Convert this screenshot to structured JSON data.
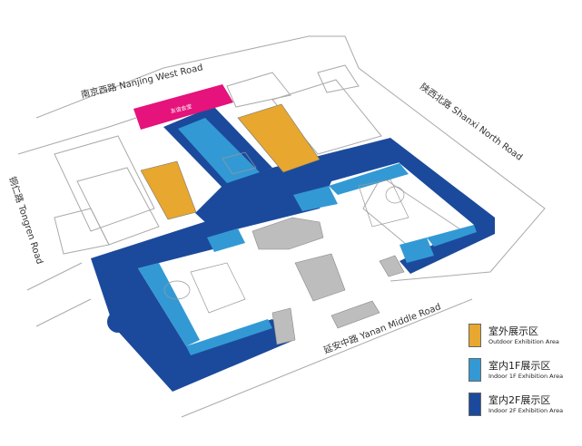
{
  "roads": {
    "north": "南京西路  Nanjing West Road",
    "east": "陕西北路  Shanxi North Road",
    "west": "铜仁路  Tongren Road",
    "south": "延安中路  Yanan Middle Road"
  },
  "hall_label": "友谊会堂",
  "legend": [
    {
      "zh": "室外展示区",
      "en": "Outdoor Exhibition Area",
      "color": "#E8A72E"
    },
    {
      "zh": "室内1F展示区",
      "en": "Indoor 1F Exhibition Area",
      "color": "#3399D4"
    },
    {
      "zh": "室内2F展示区",
      "en": "Indoor 2F Exhibition Area",
      "color": "#1B4A9C"
    }
  ],
  "colors": {
    "hall": "#E5137B",
    "outline": "#999999",
    "building": "#BDBDBD"
  }
}
